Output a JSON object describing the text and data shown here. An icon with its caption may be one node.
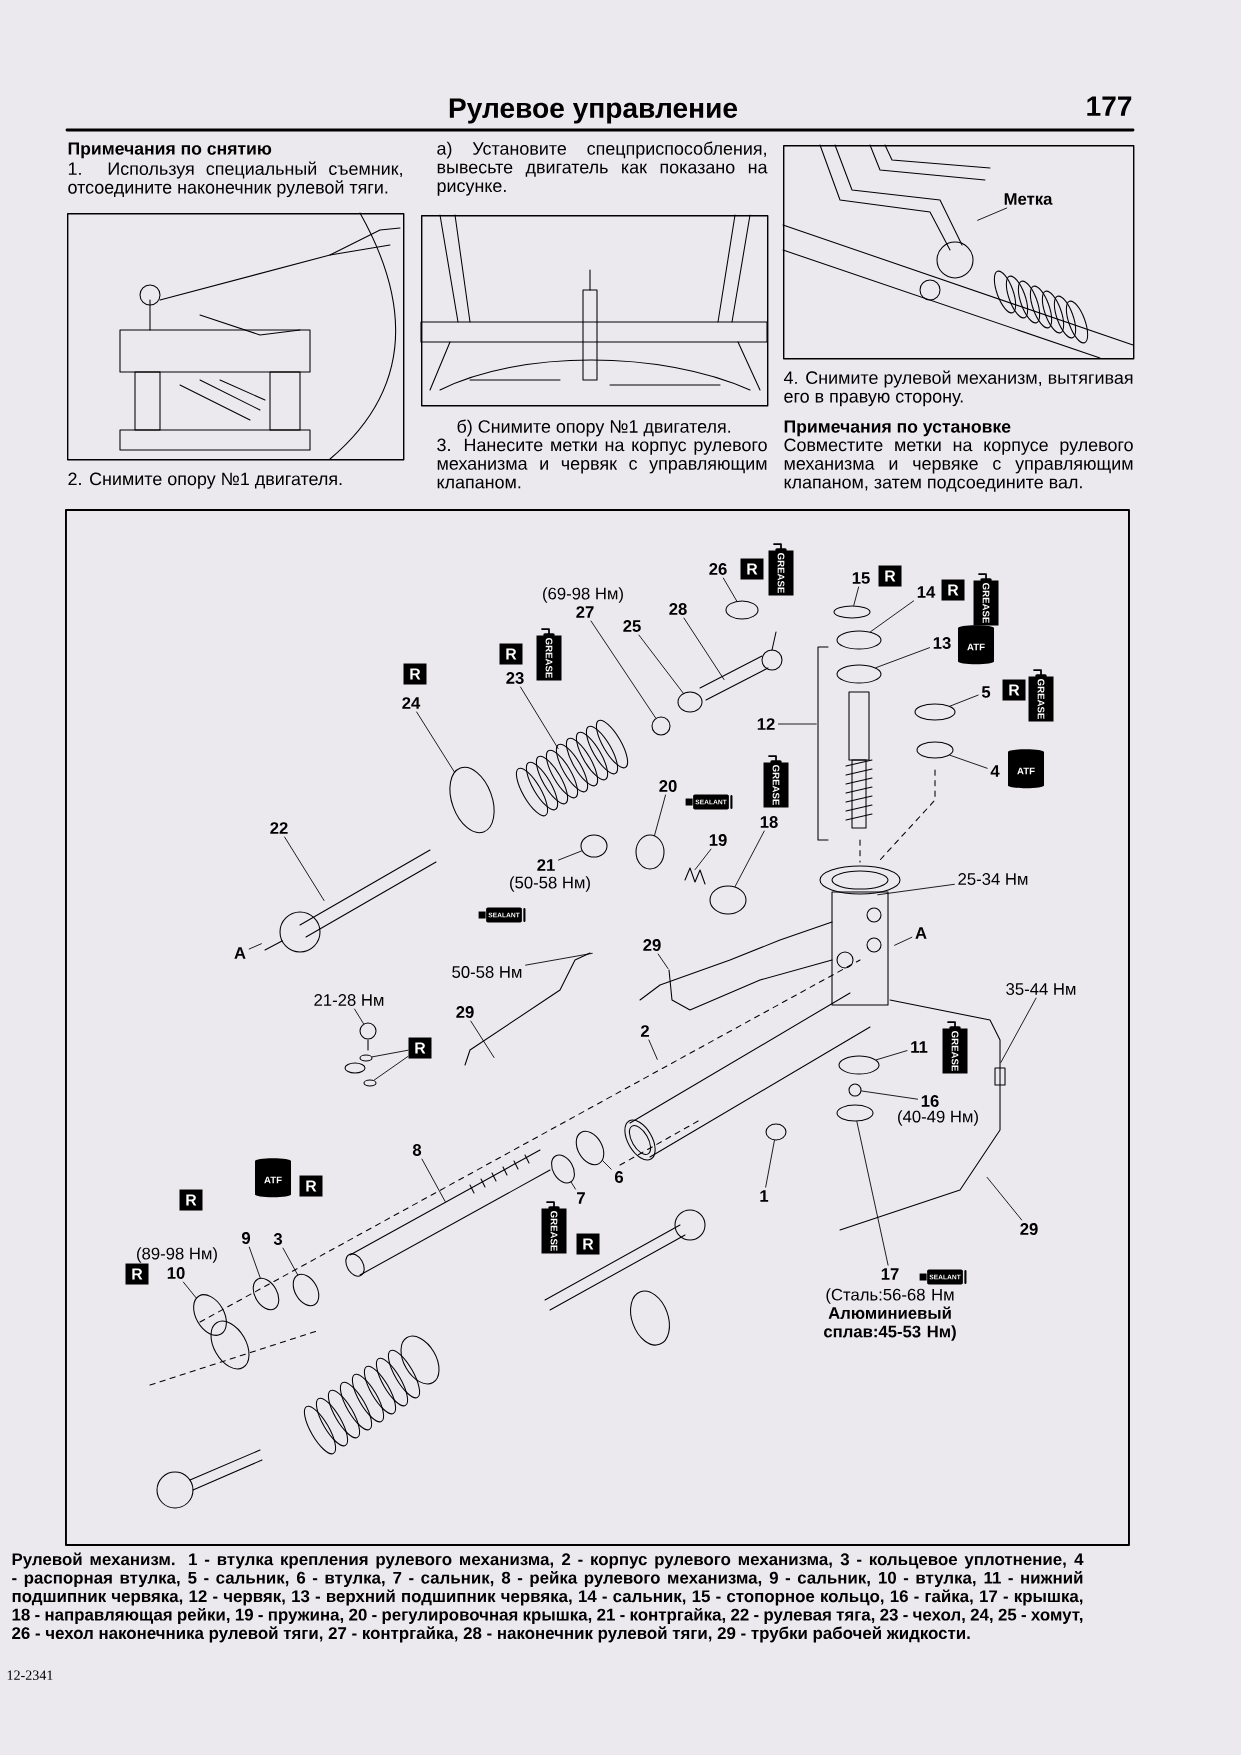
{
  "diagram": {
    "title": "Рулевое управление",
    "caption": "Рулевой механизм. 1 - втулка крепления рулевого механизма, 2 - корпус рулевого механизма, 3 - кольцевое уплотнение, 4 - распорная втулка, 5 - сальник, 6 - втулка, 7 - сальник, 8 - рейка рулевого механизма, 9 - сальник, 10 - втулка, 11 - нижний подшипник червяка, 12 - червяк, 13 - верхний подшипник червяка, 14 - сальник, 15 - стопорное кольцо, 16 - гайка, 17 - крышка, 18 - направляющая рейки, 19 - пружина, 20 - регулировочная крышка, 21 - контргайка, 22 - рулевая тяга, 23 - чехол, 24, 25 - хомут, 26 - чехол наконечника рулевой тяги, 27 - контргайка, 28 - наконечник рулевой тяги, 29 - трубки рабочей жидкости.",
    "nodes": [
      {
        "text": [],
        "shape": "picture",
        "beside": [
          "2. Снимите опору №1 двигателя."
        ]
      },
      {
        "text": [],
        "shape": "picture"
      },
      {
        "text": [],
        "shape": "picture"
      },
      {
        "text": [
          "Метка"
        ],
        "in": 2
      },
      {
        "text": [],
        "shape": "box"
      },
      {
        "text": [
          "26"
        ],
        "in": 4
      },
      {
        "text": [
          "R"
        ],
        "in": 4
      },
      {
        "text": [
          "GREASE"
        ],
        "in": 4
      },
      {
        "text": [
          "15"
        ],
        "in": 4
      },
      {
        "text": [
          "R"
        ],
        "in": 4
      },
      {
        "text": [
          "14"
        ],
        "in": 4
      },
      {
        "text": [
          "R"
        ],
        "in": 4
      },
      {
        "text": [
          "GREASE"
        ],
        "in": 4
      },
      {
        "text": [
          "27"
        ],
        "beside": [
          "(69-98 Нм)"
        ],
        "in": 4
      },
      {
        "text": [
          "28"
        ],
        "in": 4
      },
      {
        "text": [
          "25"
        ],
        "in": 4
      },
      {
        "text": [
          "13"
        ],
        "in": 4
      },
      {
        "text": [
          "ATF"
        ],
        "in": 4
      },
      {
        "text": [
          "R"
        ],
        "in": 4
      },
      {
        "text": [
          "GREASE"
        ],
        "in": 4
      },
      {
        "text": [
          "R"
        ],
        "in": 4
      },
      {
        "text": [
          "23"
        ],
        "in": 4
      },
      {
        "text": [
          "5"
        ],
        "in": 4
      },
      {
        "text": [
          "R"
        ],
        "in": 4
      },
      {
        "text": [
          "GREASE"
        ],
        "in": 4
      },
      {
        "text": [
          "24"
        ],
        "in": 4
      },
      {
        "text": [
          "12"
        ],
        "in": 4
      },
      {
        "text": [
          "4"
        ],
        "in": 4
      },
      {
        "text": [
          "ATF"
        ],
        "in": 4
      },
      {
        "text": [
          "GREASE"
        ],
        "in": 4
      },
      {
        "text": [
          "20"
        ],
        "in": 4
      },
      {
        "text": [
          "SEALANT"
        ],
        "in": 4
      },
      {
        "text": [
          "18"
        ],
        "in": 4
      },
      {
        "text": [
          "22"
        ],
        "in": 4
      },
      {
        "text": [
          "19"
        ],
        "in": 4
      },
      {
        "text": [
          "21"
        ],
        "beside": [
          "(50-58 Нм)"
        ],
        "in": 4
      },
      {
        "text": [
          "25-34 Нм"
        ],
        "in": 4
      },
      {
        "text": [
          "SEALANT"
        ],
        "in": 4
      },
      {
        "text": [
          "A"
        ],
        "in": 4
      },
      {
        "text": [
          "29"
        ],
        "in": 4
      },
      {
        "text": [
          "A"
        ],
        "in": 4
      },
      {
        "text": [
          "50-58 Нм"
        ],
        "in": 4
      },
      {
        "text": [
          "35-44 Нм"
        ],
        "in": 4
      },
      {
        "text": [
          "21-28 Нм"
        ],
        "in": 4
      },
      {
        "text": [
          "29"
        ],
        "in": 4
      },
      {
        "text": [
          "2"
        ],
        "in": 4
      },
      {
        "text": [
          "R"
        ],
        "in": 4
      },
      {
        "text": [
          "11"
        ],
        "in": 4
      },
      {
        "text": [
          "GREASE"
        ],
        "in": 4
      },
      {
        "text": [
          "16"
        ],
        "beside": [
          "(40-49 Нм)"
        ],
        "in": 4
      },
      {
        "text": [
          "8"
        ],
        "in": 4
      },
      {
        "text": [
          "6"
        ],
        "in": 4
      },
      {
        "text": [
          "ATF"
        ],
        "in": 4
      },
      {
        "text": [
          "R"
        ],
        "in": 4
      },
      {
        "text": [
          "1"
        ],
        "in": 4
      },
      {
        "text": [
          "7"
        ],
        "in": 4
      },
      {
        "text": [
          "R"
        ],
        "in": 4
      },
      {
        "text": [
          "GREASE"
        ],
        "in": 4
      },
      {
        "text": [
          "29"
        ],
        "in": 4
      },
      {
        "text": [
          "9"
        ],
        "in": 4
      },
      {
        "text": [
          "3"
        ],
        "in": 4
      },
      {
        "text": [
          "R"
        ],
        "in": 4
      },
      {
        "text": [
          "10"
        ],
        "beside": [
          "(89-98 Нм)"
        ],
        "in": 4
      },
      {
        "text": [
          "R"
        ],
        "in": 4
      },
      {
        "text": [
          "17"
        ],
        "beside": [
          "(Сталь:56-68 Нм **Алюминиевый сплав:45-53 Нм)**"
        ],
        "in": 4
      },
      {
        "text": [
          "SEALANT"
        ],
        "in": 4
      },
      {
        "text": [],
        "shape": "ellipse",
        "in": 4
      },
      {
        "text": [],
        "shape": "ellipse",
        "in": 4
      },
      {
        "text": [],
        "shape": "ellipse",
        "in": 4
      },
      {
        "text": [],
        "shape": "ellipse",
        "in": 4
      },
      {
        "text": [],
        "shape": "ellipse",
        "in": 4
      },
      {
        "text": [],
        "shape": "ellipse",
        "in": 4
      },
      {
        "text": [],
        "shape": "ellipse",
        "in": 4
      },
      {
        "text": [],
        "shape": "ellipse",
        "in": 4
      },
      {
        "text": [],
        "shape": "ellipse",
        "in": 4
      },
      {
        "text": [],
        "shape": "ellipse",
        "in": 4
      },
      {
        "text": [],
        "shape": "ellipse",
        "in": 4
      },
      {
        "text": [],
        "shape": "ellipse",
        "in": 4
      },
      {
        "text": [],
        "shape": "ellipse",
        "in": 4
      },
      {
        "text": [],
        "shape": "ellipse",
        "in": 4
      },
      {
        "text": [],
        "shape": "ellipse",
        "in": 4
      },
      {
        "text": [],
        "shape": "ellipse",
        "in": 4
      },
      {
        "text": [],
        "shape": "ellipse",
        "in": 4
      },
      {
        "text": [],
        "shape": "ellipse",
        "in": 4
      },
      {
        "text": [],
        "shape": "ellipse",
        "in": 4
      },
      {
        "text": [],
        "shape": "ellipse",
        "in": 4
      },
      {
        "text": [],
        "shape": "ellipse",
        "in": 4
      },
      {
        "text": [],
        "shape": "ellipse",
        "in": 4
      },
      {
        "text": [],
        "shape": "ellipse",
        "in": 4
      },
      {
        "text": [],
        "shape": "circle",
        "in": 4
      }
    ],
    "edges": [
      {
        "from": 3,
        "to": null,
        "arrow": "none"
      },
      {
        "from": 5,
        "to": 66,
        "arrow": "none"
      },
      {
        "from": 8,
        "to": 67,
        "arrow": "none"
      },
      {
        "from": 10,
        "to": 68,
        "arrow": "none"
      },
      {
        "from": 13,
        "to": 69,
        "arrow": "none"
      },
      {
        "from": 14,
        "to": null,
        "arrow": "none"
      },
      {
        "from": 15,
        "to": 70,
        "arrow": "none"
      },
      {
        "from": 16,
        "to": 71,
        "arrow": "none"
      },
      {
        "from": 21,
        "to": null,
        "arrow": "none"
      },
      {
        "from": 22,
        "to": 72,
        "arrow": "none"
      },
      {
        "from": 25,
        "to": 73,
        "arrow": "none"
      },
      {
        "from": 26,
        "to": null,
        "arrow": "none"
      },
      {
        "from": 27,
        "to": 74,
        "arrow": "none"
      },
      {
        "from": 30,
        "to": 75,
        "arrow": "none"
      },
      {
        "from": 32,
        "to": 76,
        "arrow": "none"
      },
      {
        "from": 33,
        "to": null,
        "arrow": "none"
      },
      {
        "from": 34,
        "to": null,
        "arrow": "none"
      },
      {
        "from": 35,
        "to": 77,
        "arrow": "none"
      },
      {
        "from": 36,
        "to": null,
        "arrow": "none"
      },
      {
        "from": 38,
        "to": null,
        "arrow": "none"
      },
      {
        "from": 39,
        "to": null,
        "arrow": "none"
      },
      {
        "from": 40,
        "to": null,
        "arrow": "none"
      },
      {
        "from": 41,
        "to": null,
        "arrow": "none"
      },
      {
        "from": 42,
        "to": null,
        "arrow": "none"
      },
      {
        "from": 43,
        "to": 89,
        "arrow": "none"
      },
      {
        "from": 44,
        "to": null,
        "arrow": "none"
      },
      {
        "from": 45,
        "to": null,
        "arrow": "none"
      },
      {
        "from": 46,
        "to": 78,
        "arrow": "none"
      },
      {
        "from": 46,
        "to": 79,
        "arrow": "none"
      },
      {
        "from": 47,
        "to": 80,
        "arrow": "none"
      },
      {
        "from": 49,
        "to": 81,
        "arrow": "none"
      },
      {
        "from": 50,
        "to": null,
        "arrow": "none"
      },
      {
        "from": 51,
        "to": 82,
        "arrow": "none"
      },
      {
        "from": 54,
        "to": 83,
        "arrow": "none"
      },
      {
        "from": 55,
        "to": 84,
        "arrow": "none"
      },
      {
        "from": 58,
        "to": null,
        "arrow": "none"
      },
      {
        "from": 59,
        "to": 85,
        "arrow": "none"
      },
      {
        "from": 60,
        "to": 86,
        "arrow": "none"
      },
      {
        "from": 62,
        "to": 87,
        "arrow": "none"
      },
      {
        "from": 64,
        "to": 88,
        "arrow": "none"
      }
    ],
    "labels": [
      "177",
      "Примечания по снятию",
      "1. Используя специальный съемник, отсоедините наконечник рулевой тяги.",
      "а) Установите спецприспособления, вывесьте двигатель как показано на рисунке.",
      "4. Снимите рулевой механизм, вытягивая его в правую сторону.",
      "б) Снимите опору №1 двигателя.",
      "3. Нанесите метки на корпус рулевого механизма и червяк с управляющим клапаном.",
      "Примечания по установке",
      "Совместите метки на корпусе рулевого механизма и червяке с управляющим клапаном, затем подсоедините вал.",
      "12-2341"
    ]
  }
}
